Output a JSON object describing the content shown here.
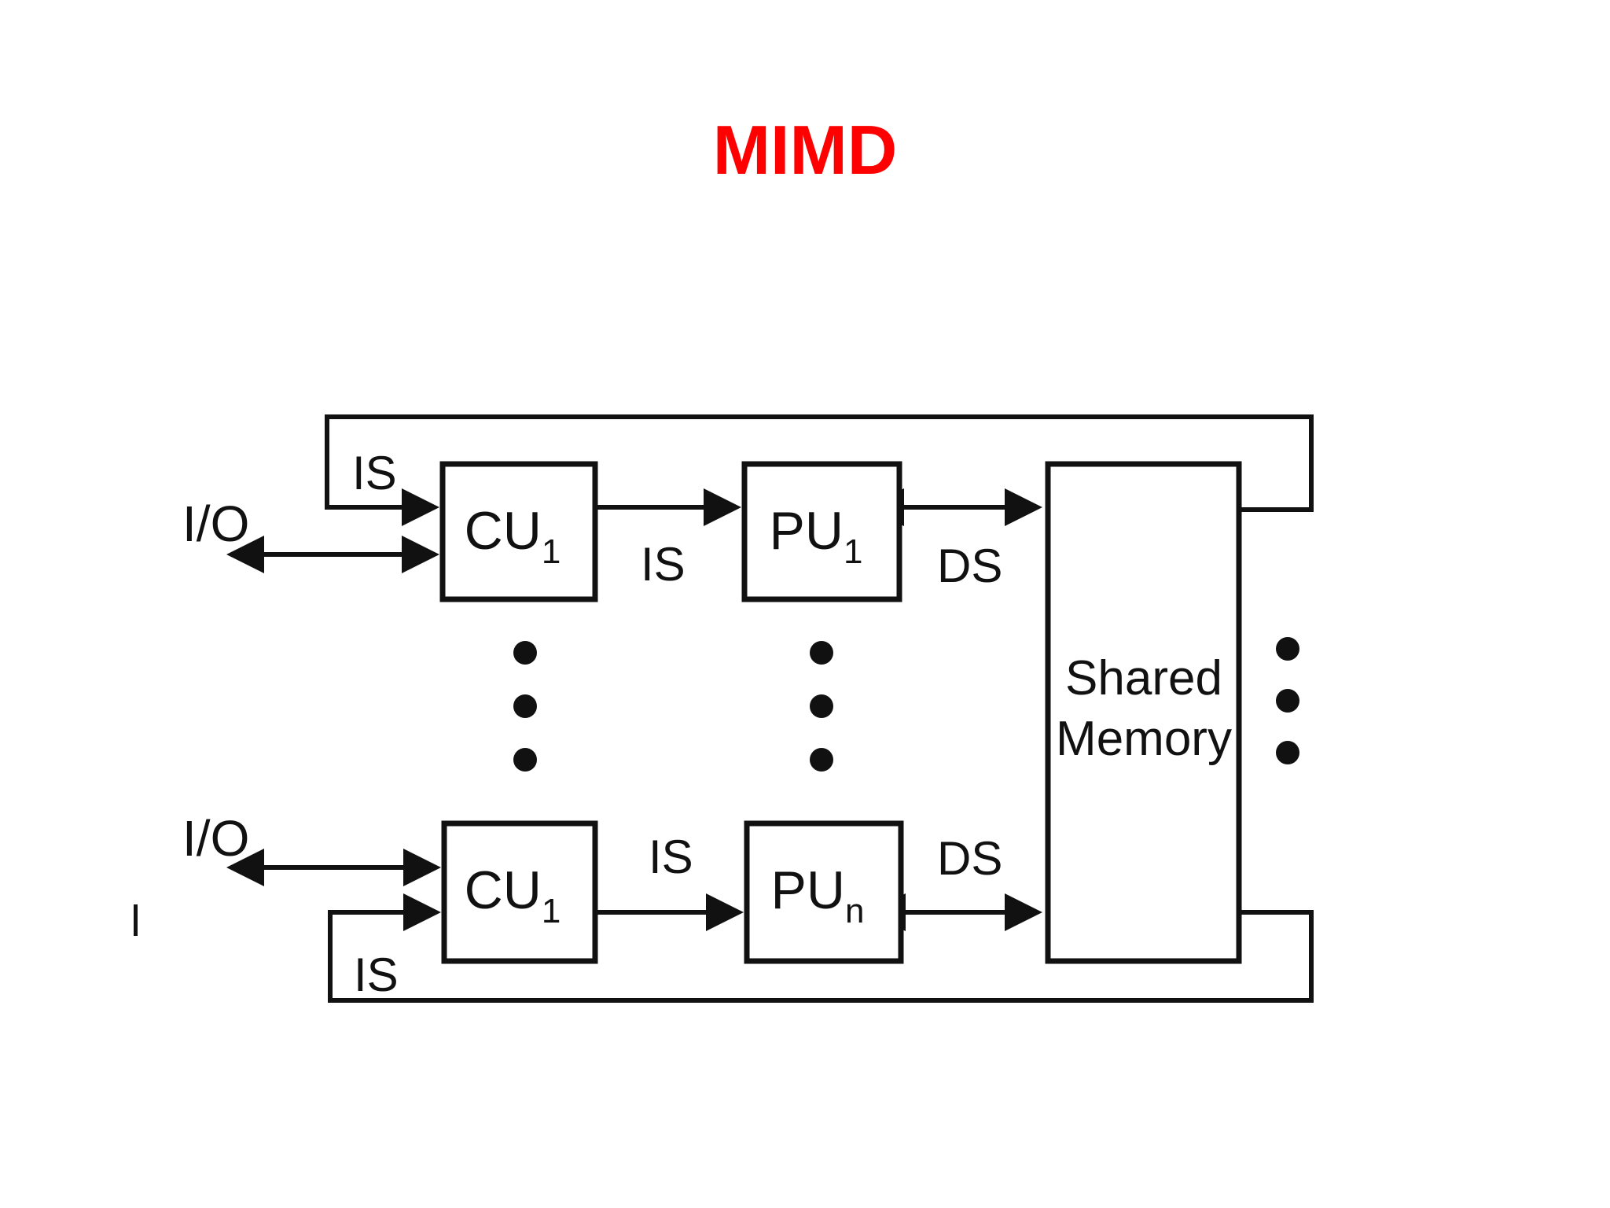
{
  "title": "MIMD",
  "colors": {
    "title": "#ff0000",
    "ink": "#111111"
  },
  "diagram": {
    "top_row": {
      "io_label": "I/O",
      "is_in_label": "IS",
      "cu": {
        "name": "CU",
        "sub": "1"
      },
      "is_label": "IS",
      "pu": {
        "name": "PU",
        "sub": "1"
      },
      "ds_label": "DS"
    },
    "bottom_row": {
      "io_label": "I/O",
      "is_in_label": "IS",
      "cu": {
        "name": "CU",
        "sub": "1"
      },
      "is_label": "IS",
      "pu": {
        "name": "PU",
        "sub": "n"
      },
      "ds_label": "DS"
    },
    "memory": {
      "line1": "Shared",
      "line2": "Memory"
    }
  }
}
